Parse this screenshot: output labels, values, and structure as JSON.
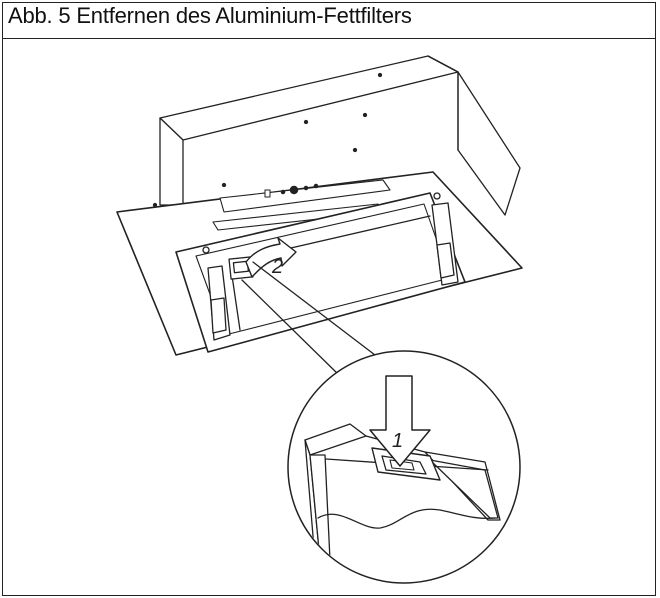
{
  "figure": {
    "caption": "Abb. 5 Entfernen des Aluminium-Fettfilters"
  },
  "steps": {
    "step_1": "1",
    "step_2": "2"
  },
  "colors": {
    "line": "#222222",
    "background": "#ffffff"
  }
}
